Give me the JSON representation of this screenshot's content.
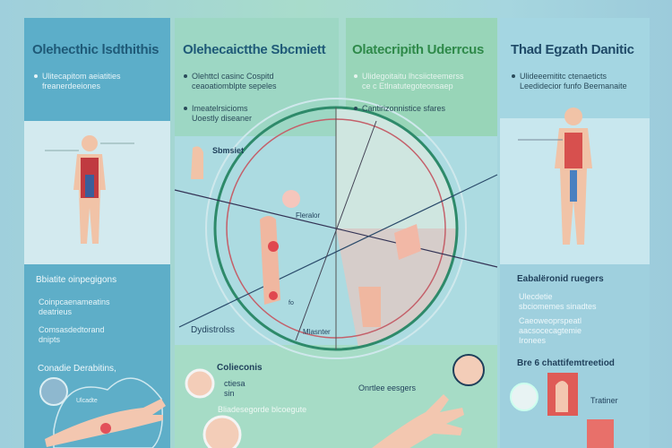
{
  "panels": {
    "top_left": {
      "title": "Olehecthic lsdthithis",
      "bullets": [
        "Ulitecapitom aeiatities freanerdeeiones"
      ]
    },
    "top_center": {
      "title": "Olehecaictthe Sbcmiett",
      "bullets": [
        "Olehttcl casinc Cospitd ceaoatiomblpte sepeles",
        "Imeatelrsicioms Uoestly diseaner"
      ]
    },
    "top_green": {
      "title": "Olatecripith Uderrcus",
      "bullets": [
        "Ulidegoitaitu lhcsiicteemerss ce c Etlnatutegoteonsaep",
        "Cantirizonnistice sfares"
      ]
    },
    "top_right": {
      "title": "Thad Egzath Danitic",
      "bullets": [
        "Ulideeemititc ctenaeticts Leedidecior funfo Beemanaite"
      ]
    },
    "bottom_left": {
      "heading": "Bbiatite oinpegigons",
      "items": [
        "Coinpcaenameatins deatrieus",
        "Comsasdedtorand dnipts"
      ],
      "section": "Conadie Derabitins,",
      "label": "Ulcadte"
    },
    "center": {
      "labels": [
        "Sbmsiet",
        "Fleralor",
        "Dydistrolss",
        "Mlasnter",
        "fo"
      ]
    },
    "bottom_center": {
      "heading": "Colieconis",
      "sub": "ctiesa sin",
      "line": "Bliadesegorde blcoegute",
      "label": "Onrtlee eesgers"
    },
    "bottom_right": {
      "heading": "Eabalëronid ruegers",
      "items": [
        "Ulecdetie sbciomemes sinadtes",
        "Caeoweoprspeatl aacsocecagtemie Ironees"
      ],
      "section": "Bre 6 chattifemtreetiod",
      "label": "Tratiner"
    }
  },
  "colors": {
    "accent_green": "#2e8a6a",
    "ring_red": "#c4606a",
    "title_blue": "#1f5a78",
    "title_green": "#2f8a4a"
  }
}
